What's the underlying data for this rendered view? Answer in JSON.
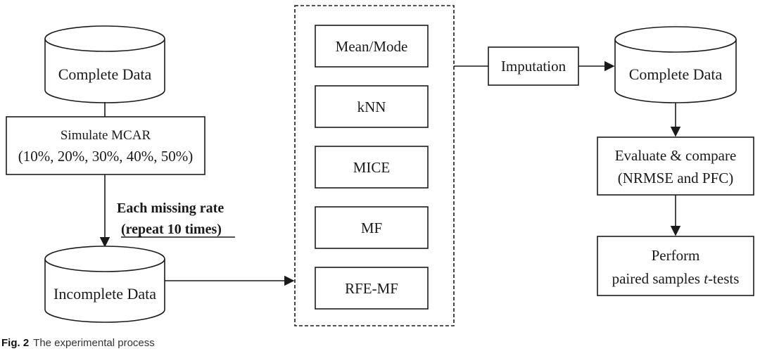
{
  "nodes": {
    "complete_data_top": "Complete Data",
    "simulate_mcar": [
      "Simulate MCAR",
      "(10%, 20%, 30%, 40%, 50%)"
    ],
    "incomplete_data": "Incomplete Data",
    "methods": [
      "Mean/Mode",
      "kNN",
      "MICE",
      "MF",
      "RFE-MF"
    ],
    "imputation": "Imputation",
    "complete_data_right": "Complete Data",
    "evaluate": [
      "Evaluate & compare",
      "(NRMSE and PFC)"
    ],
    "perform": [
      "Perform",
      "paired samples ",
      "t",
      "-tests"
    ]
  },
  "annotations": {
    "missing_rate": "Each missing rate",
    "repeat": "(repeat 10 times)"
  },
  "caption": {
    "label": "Fig. 2",
    "text": "The experimental process"
  }
}
